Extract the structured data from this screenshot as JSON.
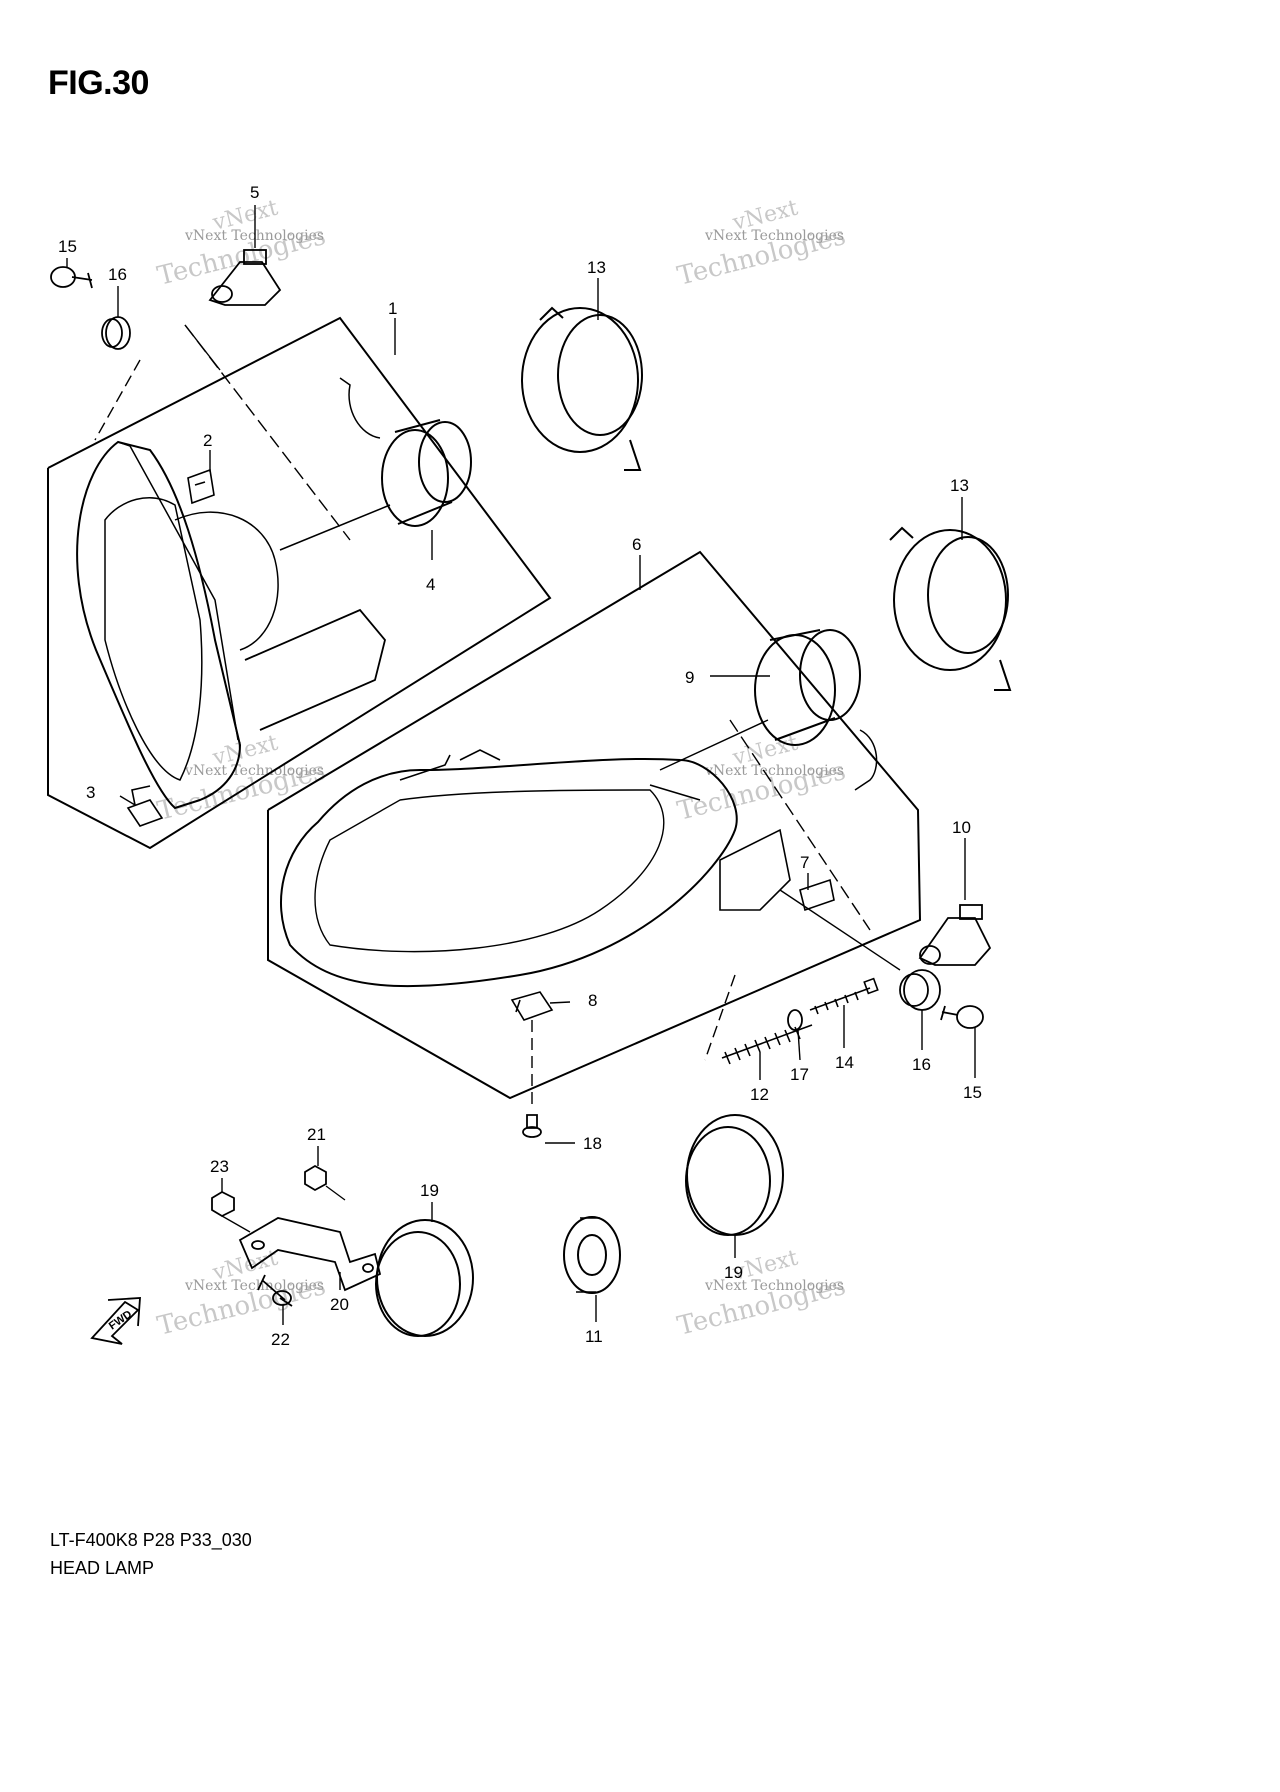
{
  "figure": {
    "title": "FIG.30",
    "code": "LT-F400K8 P28 P33_030",
    "name": "HEAD LAMP"
  },
  "watermark": {
    "line1": "vNext Technologies",
    "line2": "Technologies",
    "line3": "vNext"
  },
  "callouts": [
    "1",
    "2",
    "3",
    "4",
    "5",
    "6",
    "7",
    "8",
    "9",
    "10",
    "11",
    "12",
    "13",
    "13",
    "14",
    "15",
    "15",
    "16",
    "16",
    "17",
    "18",
    "19",
    "19",
    "20",
    "21",
    "22",
    "23"
  ],
  "direction_tag": "FWD"
}
